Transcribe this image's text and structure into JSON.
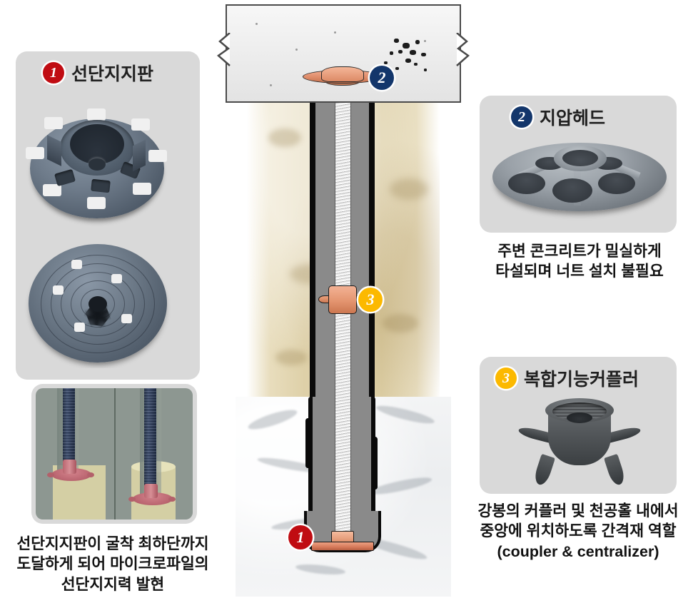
{
  "panels": {
    "tip_plate": {
      "badge": "1",
      "title": "선단지지판",
      "caption": "선단지지판이 굴착 최하단까지\n도달하게 되어 마이크로파일의\n선단지지력 발현"
    },
    "bearing_head": {
      "badge": "2",
      "title": "지압헤드",
      "caption": "주변 콘크리트가 밀실하게\n타설되며 너트 설치 불필요"
    },
    "coupler": {
      "badge": "3",
      "title": "복합기능커플러",
      "caption": "강봉의 커플러 및 천공홀 내에서\n중앙에 위치하도록 간격재 역할\n(coupler & centralizer)"
    }
  },
  "diagram": {
    "markers": {
      "tip_plate": "1",
      "bearing_head": "2",
      "coupler": "3"
    }
  },
  "colors": {
    "badge_red": "#c00c12",
    "badge_navy": "#13366b",
    "badge_yellow": "#fcb900",
    "panel_bg": "#d9d9d9",
    "soil": "#ded0a8",
    "rock": "#f0f1f3",
    "grout": "#8a8a8a",
    "casing": "#0a0a0a",
    "steel_part": "#e08e6c",
    "page_bg": "#ffffff"
  }
}
